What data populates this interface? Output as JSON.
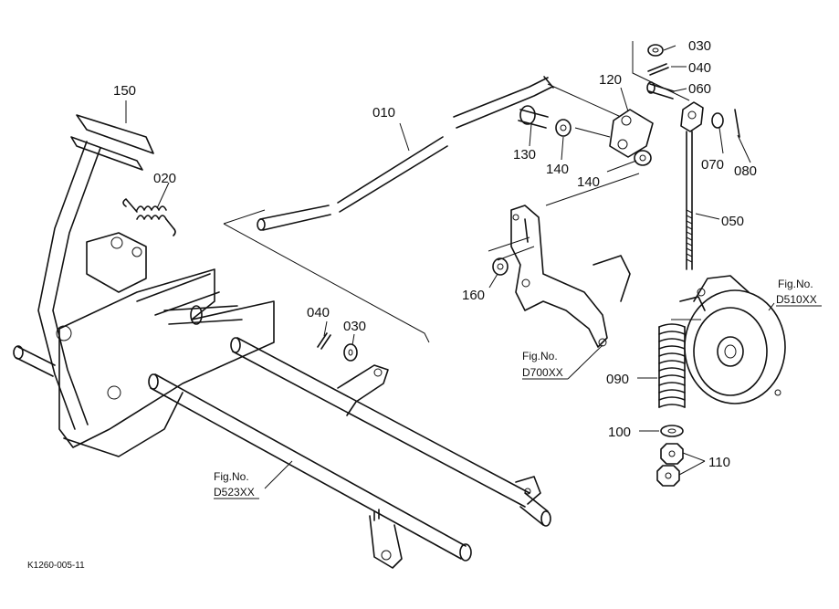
{
  "parts": {
    "p010": "010",
    "p020": "020",
    "p030a": "030",
    "p030b": "030",
    "p040a": "040",
    "p040b": "040",
    "p050": "050",
    "p060": "060",
    "p070": "070",
    "p080": "080",
    "p090": "090",
    "p100": "100",
    "p110": "110",
    "p120": "120",
    "p130": "130",
    "p140a": "140",
    "p140b": "140",
    "p150": "150",
    "p160": "160"
  },
  "figure_refs": {
    "d510": {
      "label": "Fig.No.",
      "number": "D510XX"
    },
    "d700": {
      "label": "Fig.No.",
      "number": "D700XX"
    },
    "d523": {
      "label": "Fig.No.",
      "number": "D523XX"
    }
  },
  "drawing_id": "K1260-005-11"
}
